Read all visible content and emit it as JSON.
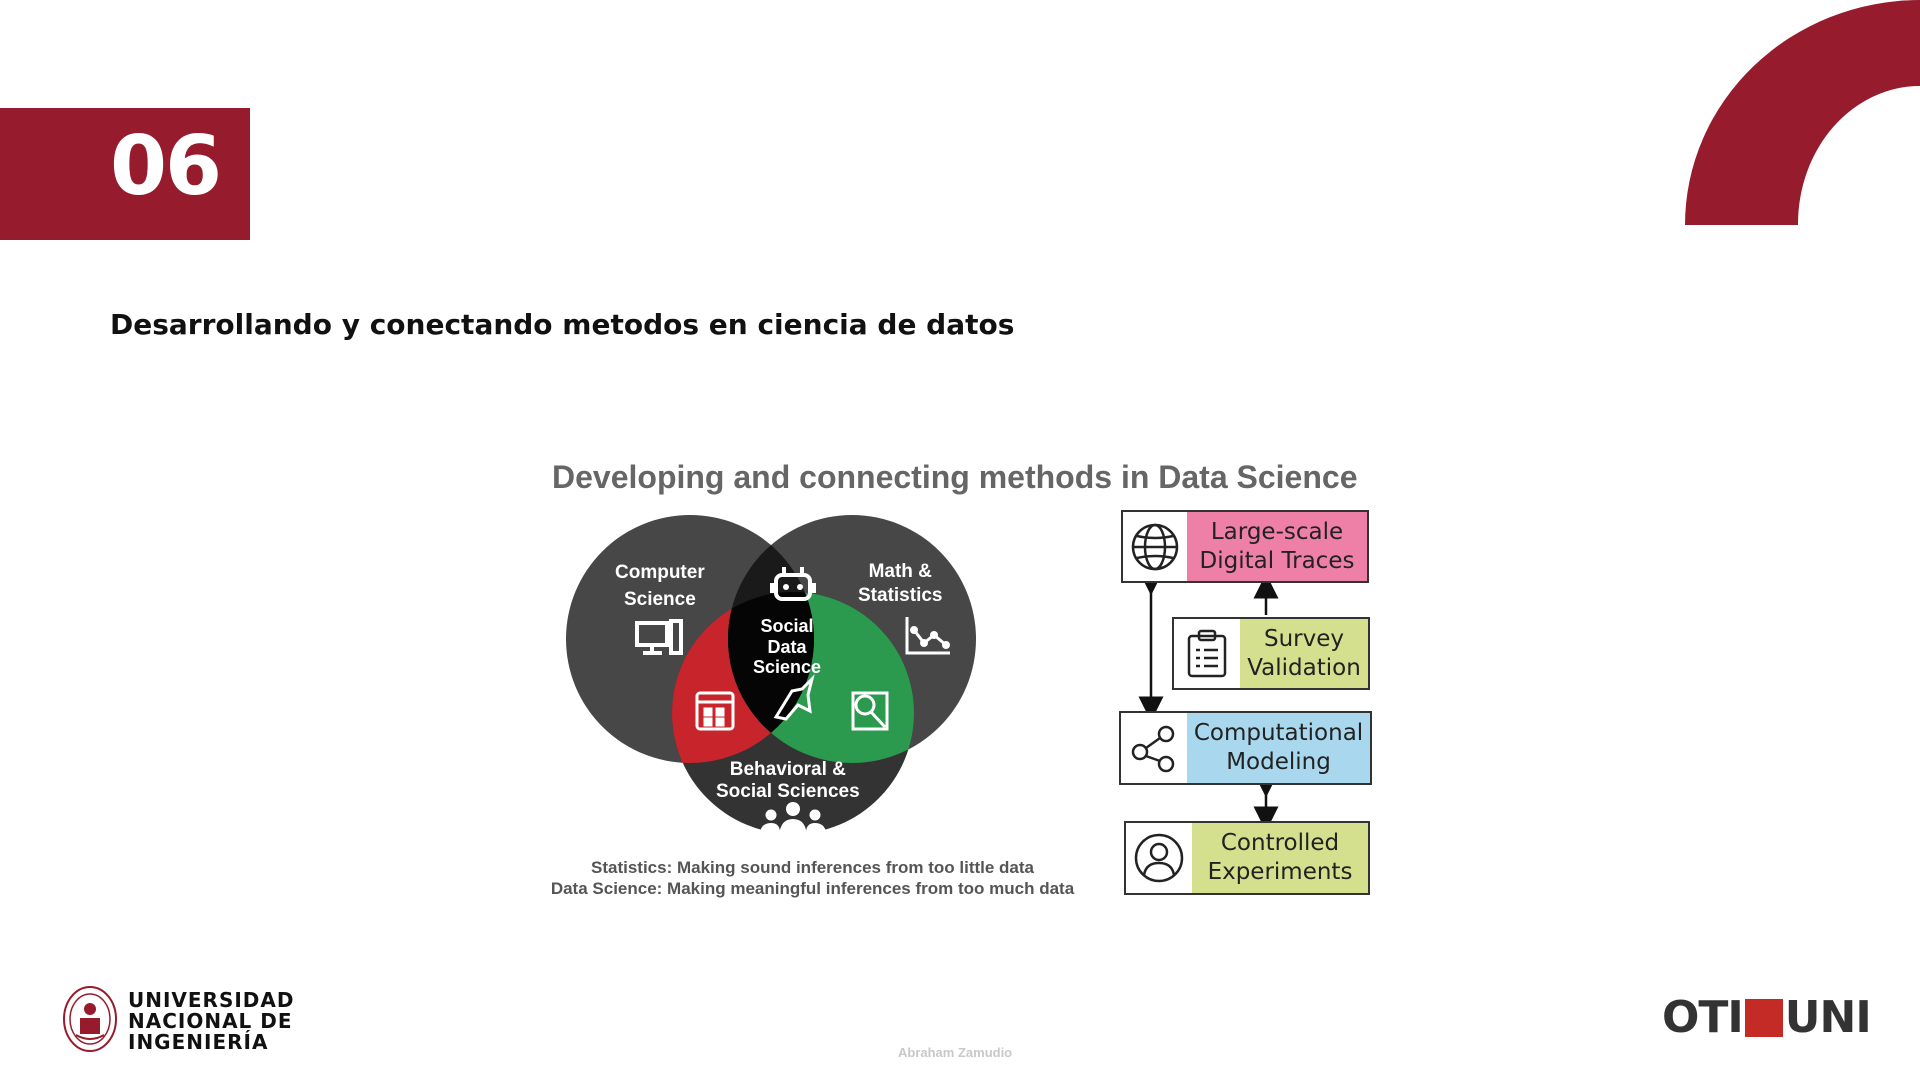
{
  "slide": {
    "number": "06",
    "heading": "Desarrollando y conectando metodos en ciencia de datos"
  },
  "figure": {
    "title": "Developing and connecting methods in Data Science",
    "venn": {
      "cs": "Computer Science",
      "cs_line1": "Computer",
      "cs_line2": "Science",
      "math_line1": "Math &",
      "math_line2": "Statistics",
      "center_line1": "Social",
      "center_line2": "Data",
      "center_line3": "Science",
      "bss_line1": "Behavioral &",
      "bss_line2": "Social Sciences"
    },
    "captions": [
      "Statistics: Making sound inferences from too little data",
      "Data Science: Making meaningful inferences from too much data"
    ],
    "flow": [
      {
        "line1": "Large-scale",
        "line2": "Digital Traces",
        "color": "#ee7fa6",
        "icon": "globe-icon"
      },
      {
        "line1": "Survey",
        "line2": "Validation",
        "color": "#d4e08e",
        "icon": "clipboard-icon"
      },
      {
        "line1": "Computational",
        "line2": "Modeling",
        "color": "#a9d8ee",
        "icon": "share-network-icon"
      },
      {
        "line1": "Controlled",
        "line2": "Experiments",
        "color": "#d4e08e",
        "icon": "person-icon"
      }
    ]
  },
  "footer": {
    "university_line1": "UNIVERSIDAD",
    "university_line2": "NACIONAL DE",
    "university_line3": "INGENIERÍA",
    "author": "Abraham Zamudio",
    "oti_left": "OTI",
    "oti_right": "UNI"
  },
  "colors": {
    "brand": "#961b2d",
    "venn_dark": "#444444",
    "venn_red": "#c7242c",
    "venn_green": "#2b9a4e",
    "venn_center": "#0d0d0d"
  }
}
